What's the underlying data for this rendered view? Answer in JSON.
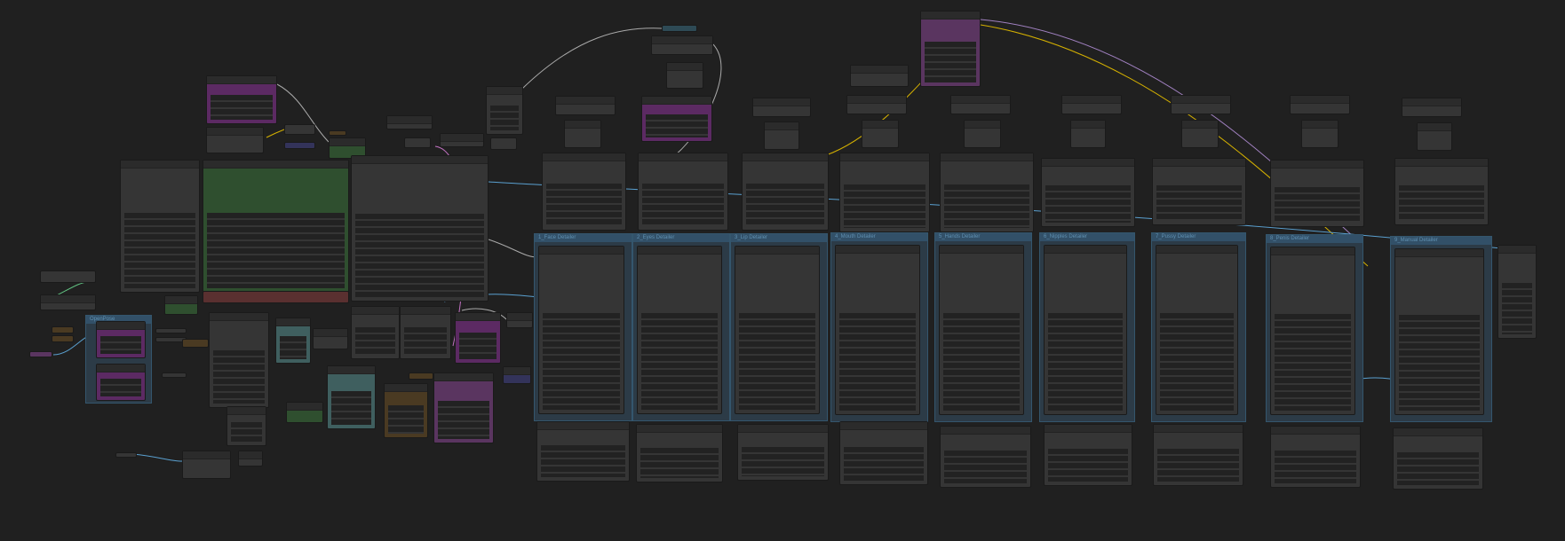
{
  "canvas": {
    "background": "#202020"
  },
  "groups": [
    {
      "title": "OpenPose"
    },
    {
      "title": "1_Face Detailer"
    },
    {
      "title": "2_Eyes Detailer"
    },
    {
      "title": "3_Lip Detailer"
    },
    {
      "title": "4_Mouth Detailer"
    },
    {
      "title": "5_Hands Detailer"
    },
    {
      "title": "6_Nipples Detailer"
    },
    {
      "title": "7_Pussy Detailer"
    },
    {
      "title": "8_Penis Detailer"
    },
    {
      "title": "9_Manual Detailer"
    }
  ],
  "colors": {
    "node": "#353535",
    "purple": "#5c2a63",
    "green": "#2f4f2f",
    "red": "#5a3030",
    "teal": "#3f5f5f",
    "group": "#2c3b47"
  }
}
